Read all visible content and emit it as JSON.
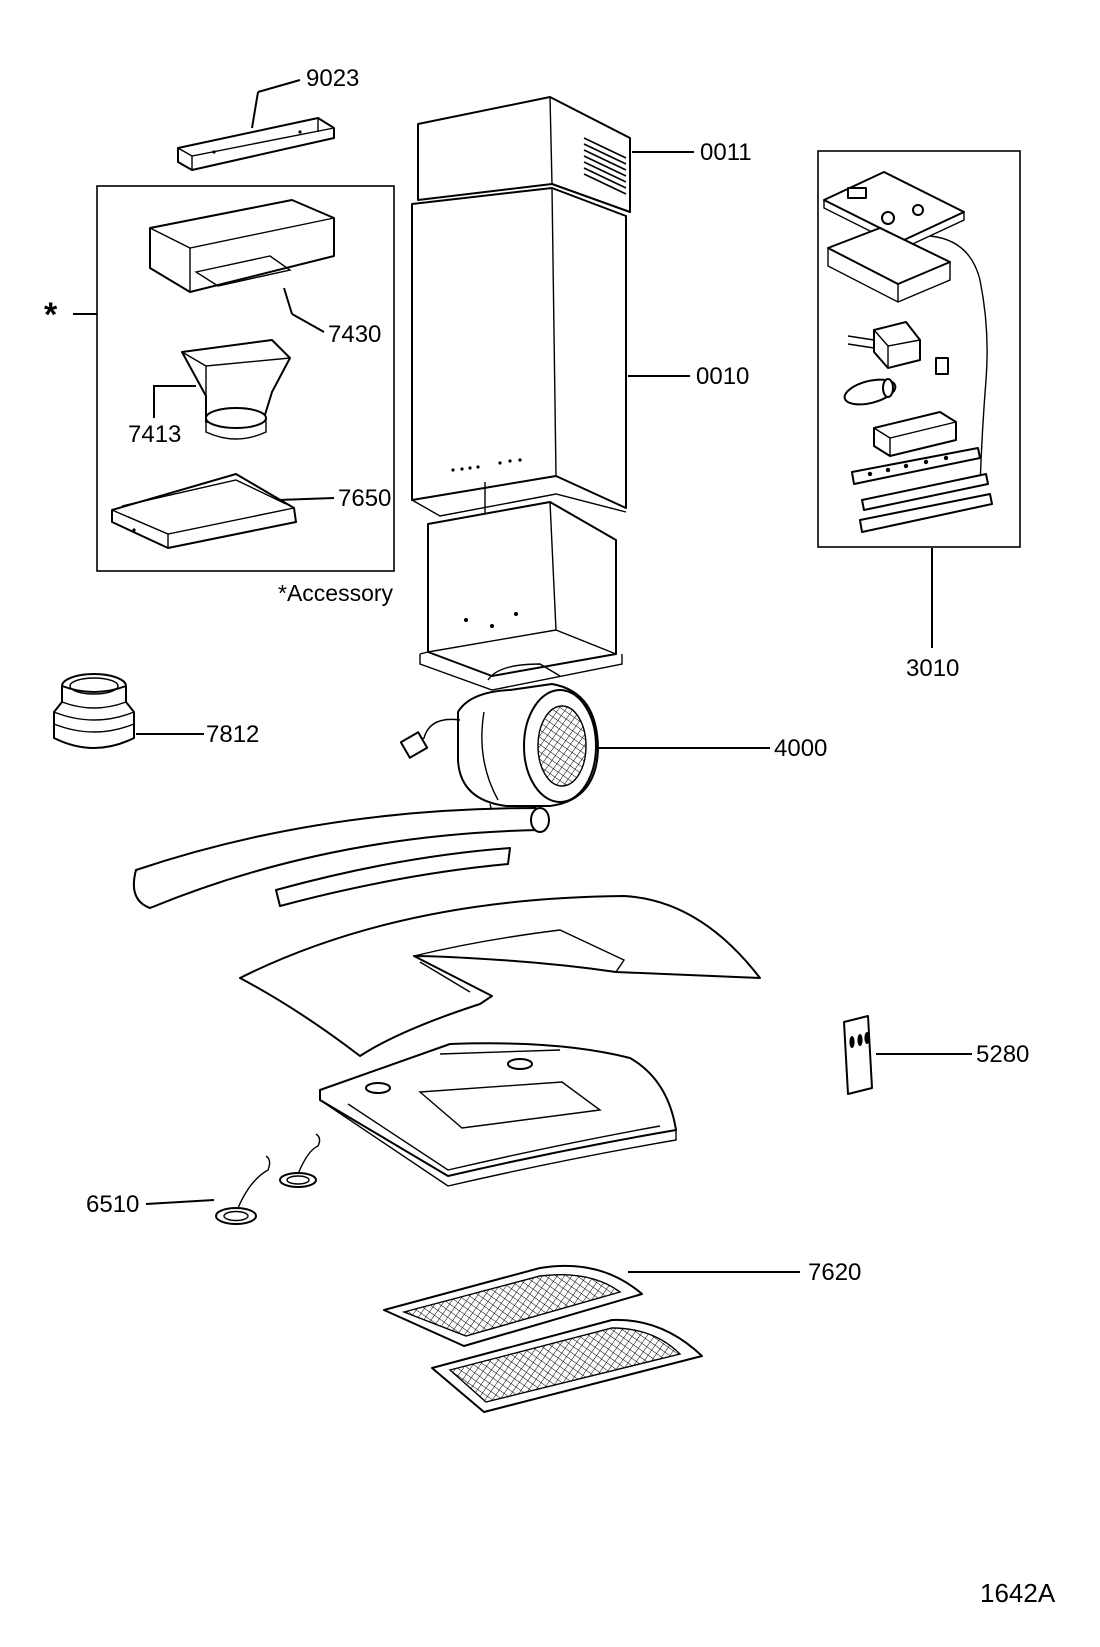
{
  "diagram": {
    "drawing_code": "1642A",
    "accessory_note": "*Accessory",
    "accessory_mark": "*",
    "callouts": [
      {
        "id": "9023",
        "text": "9023"
      },
      {
        "id": "0011",
        "text": "0011"
      },
      {
        "id": "0010",
        "text": "0010"
      },
      {
        "id": "7430",
        "text": "7430"
      },
      {
        "id": "7413",
        "text": "7413"
      },
      {
        "id": "7650",
        "text": "7650"
      },
      {
        "id": "3010",
        "text": "3010"
      },
      {
        "id": "7812",
        "text": "7812"
      },
      {
        "id": "4000",
        "text": "4000"
      },
      {
        "id": "5280",
        "text": "5280"
      },
      {
        "id": "6510",
        "text": "6510"
      },
      {
        "id": "7620",
        "text": "7620"
      }
    ]
  }
}
